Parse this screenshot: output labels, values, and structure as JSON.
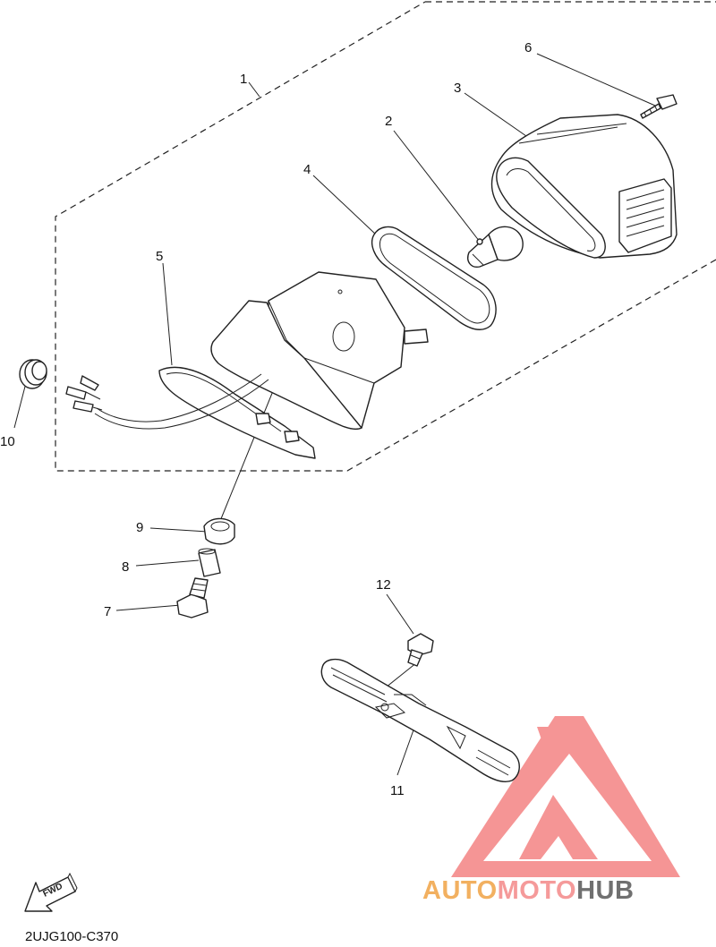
{
  "diagram": {
    "callouts": [
      {
        "id": "1",
        "text": "1"
      },
      {
        "id": "2",
        "text": "2"
      },
      {
        "id": "3",
        "text": "3"
      },
      {
        "id": "4",
        "text": "4"
      },
      {
        "id": "5",
        "text": "5"
      },
      {
        "id": "6",
        "text": "6"
      },
      {
        "id": "7",
        "text": "7"
      },
      {
        "id": "8",
        "text": "8"
      },
      {
        "id": "9",
        "text": "9"
      },
      {
        "id": "10",
        "text": "10"
      },
      {
        "id": "11",
        "text": "11"
      },
      {
        "id": "12",
        "text": "12"
      }
    ],
    "direction_label": "FWD",
    "drawing_code": "2UJG100-C370"
  },
  "watermark": {
    "part1": "AUTO",
    "part2": "MOTO",
    "part3": "HUB",
    "colors": {
      "auto": "#f2b060",
      "moto": "#f59a9a",
      "hub": "#707070",
      "logo": "#f48a8a"
    }
  }
}
